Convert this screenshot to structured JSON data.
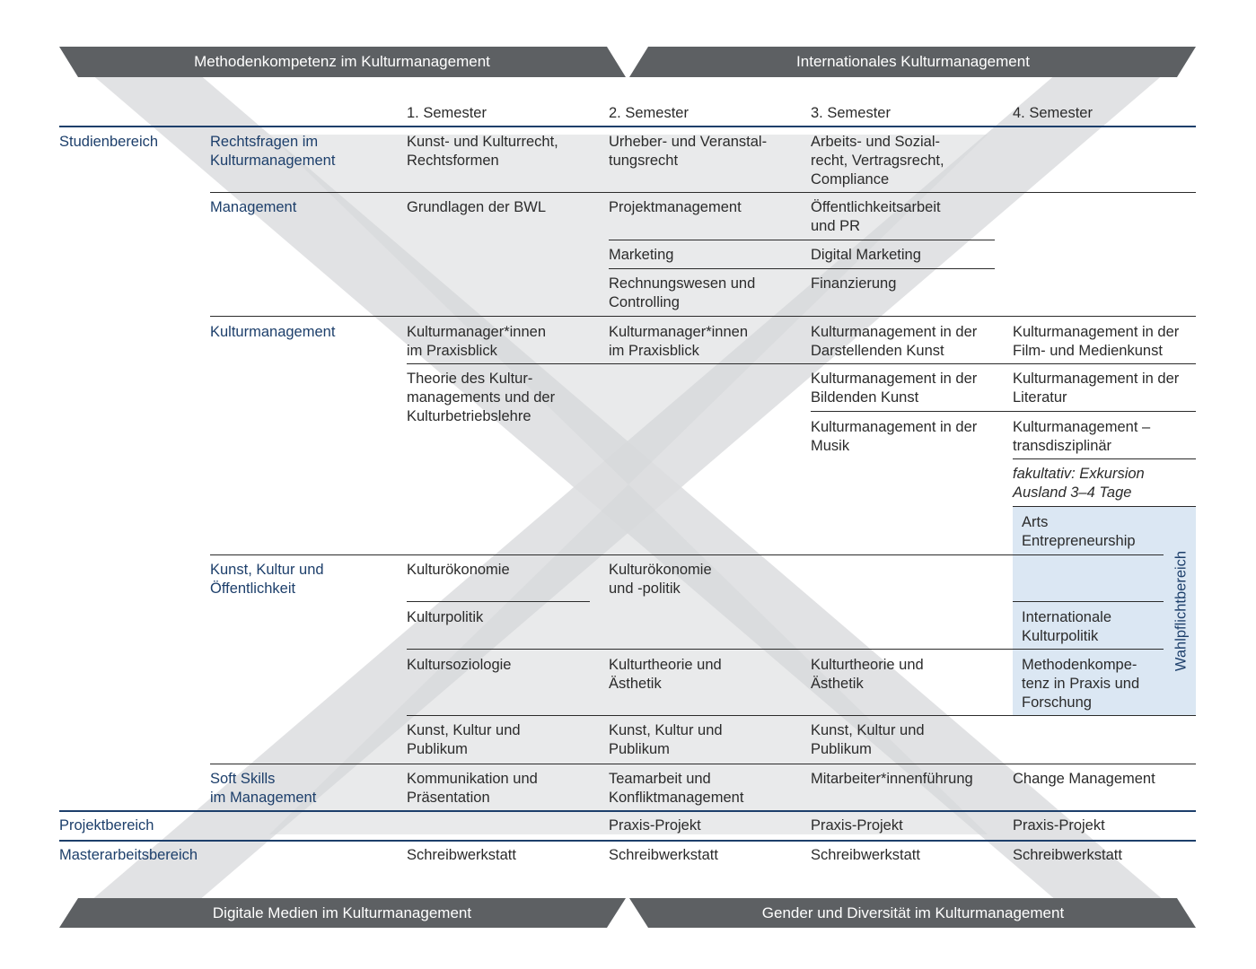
{
  "banners": {
    "top_left": "Methodenkompetenz im Kulturmanagement",
    "top_right": "Internationales Kulturmanagement",
    "bottom_left": "Digitale Medien im Kulturmanagement",
    "bottom_right": "Gender und Diversität im Kulturmanagement"
  },
  "semesters": [
    "1. Semester",
    "2. Semester",
    "3. Semester",
    "4. Semester"
  ],
  "areas": {
    "studienbereich": "Studienbereich",
    "projektbereich": "Projektbereich",
    "masterarbeitsbereich": "Masterarbeitsbereich"
  },
  "subareas": {
    "recht": "Rechtsfragen im\nKulturmanagement",
    "management": "Management",
    "kulturmanagement": "Kulturmanagement",
    "kunst": "Kunst, Kultur und\nÖffentlichkeit",
    "soft": "Soft Skills\nim Management"
  },
  "recht": {
    "s1": "Kunst- und Kulturrecht,\nRechtsformen",
    "s2": "Urheber- und Veranstal-\ntungsrecht",
    "s3": "Arbeits- und Sozial-\nrecht, Vertragsrecht,\nCompliance"
  },
  "management": {
    "s1": "Grundlagen der BWL",
    "s2a": "Projektmanagement",
    "s3a": "Öffentlichkeitsarbeit\nund PR",
    "s2b": "Marketing",
    "s3b": "Digital Marketing",
    "s2c": "Rechnungswesen und\nControlling",
    "s3c": "Finanzierung"
  },
  "kulturmanagement": {
    "s1a": "Kulturmanager*innen\nim Praxisblick",
    "s2a": "Kulturmanager*innen\nim Praxisblick",
    "s3a": "Kulturmanagement in der\nDarstellenden Kunst",
    "s4a": "Kulturmanagement in der\nFilm- und Medienkunst",
    "s1b": "Theorie des Kultur-\nmanagements und der\nKulturbetriebslehre",
    "s3b": "Kulturmanagement in der\nBildenden Kunst",
    "s4b": "Kulturmanagement in der\nLiteratur",
    "s3c": "Kulturmanagement in der\nMusik",
    "s4c": "Kulturmanagement –\ntransdisziplinär",
    "s4d": "fakultativ: Exkursion\nAusland 3–4 Tage"
  },
  "kunst": {
    "s1a": "Kulturökonomie",
    "s2a": "Kulturökonomie\nund -politik",
    "s1b": "Kulturpolitik",
    "s1c": "Kultursoziologie",
    "s2c": "Kulturtheorie und\nÄsthetik",
    "s3c": "Kulturtheorie und\nÄsthetik",
    "s1d": "Kunst, Kultur und\nPublikum",
    "s2d": "Kunst, Kultur und\nPublikum",
    "s3d": "Kunst, Kultur und\nPublikum"
  },
  "wahlpflicht": {
    "label": "Wahlpflichtbereich",
    "items": [
      "Arts\nEntrepreneurship",
      "Internationale\nKulturpolitik",
      "Methodenkompe-\ntenz in Praxis und\nForschung"
    ]
  },
  "soft": {
    "s1": "Kommunikation und\nPräsentation",
    "s2": "Teamarbeit und\nKonfliktmanagement",
    "s3": "Mitarbeiter*innenführung",
    "s4": "Change Management"
  },
  "projekt": {
    "s2": "Praxis-Projekt",
    "s3": "Praxis-Projekt",
    "s4": "Praxis-Projekt"
  },
  "master": {
    "s1": "Schreibwerkstatt",
    "s2": "Schreibwerkstatt",
    "s3": "Schreibwerkstatt",
    "s4": "Schreibwerkstatt"
  },
  "colors": {
    "banner": "#5d6063",
    "x_shape": "#d9dadc",
    "x_overlap": "#bfc1c4",
    "rule": "#1d3f6b",
    "wahlpflicht": "#dbe7f3"
  }
}
